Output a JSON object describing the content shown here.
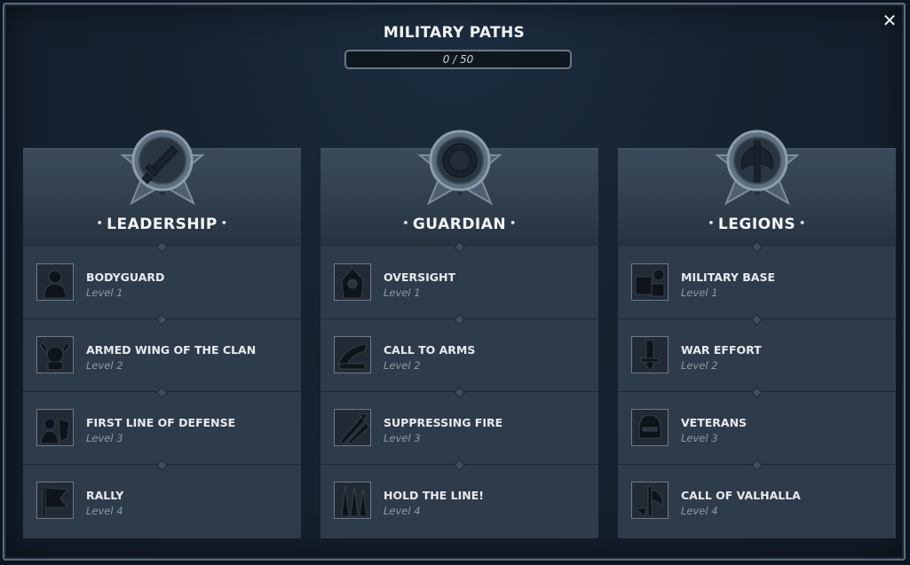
{
  "header": {
    "title": "MILITARY PATHS",
    "close_icon": "close-icon"
  },
  "progress": {
    "text": "0 / 50",
    "current": 0,
    "max": 50,
    "fraction": 0
  },
  "columns": [
    {
      "name": "LEADERSHIP",
      "emblem_icon": "sword-icon",
      "skills": [
        {
          "name": "BODYGUARD",
          "level": "Level 1",
          "icon": "armored-warrior-icon"
        },
        {
          "name": "ARMED WING OF THE CLAN",
          "level": "Level 2",
          "icon": "horned-helmet-icon"
        },
        {
          "name": "FIRST LINE OF DEFENSE",
          "level": "Level 3",
          "icon": "defender-icon"
        },
        {
          "name": "RALLY",
          "level": "Level 4",
          "icon": "war-banner-icon"
        }
      ]
    },
    {
      "name": "GUARDIAN",
      "emblem_icon": "round-shield-icon",
      "skills": [
        {
          "name": "OVERSIGHT",
          "level": "Level 1",
          "icon": "hooded-guard-icon"
        },
        {
          "name": "CALL TO ARMS",
          "level": "Level 2",
          "icon": "war-horn-icon"
        },
        {
          "name": "SUPPRESSING FIRE",
          "level": "Level 3",
          "icon": "arrows-icon"
        },
        {
          "name": "HOLD THE LINE!",
          "level": "Level 4",
          "icon": "spear-wall-icon"
        }
      ]
    },
    {
      "name": "LEGIONS",
      "emblem_icon": "battle-axe-icon",
      "skills": [
        {
          "name": "MILITARY BASE",
          "level": "Level 1",
          "icon": "forge-icon"
        },
        {
          "name": "WAR EFFORT",
          "level": "Level 2",
          "icon": "sword-blade-icon"
        },
        {
          "name": "VETERANS",
          "level": "Level 3",
          "icon": "veteran-helmet-icon"
        },
        {
          "name": "CALL OF VALHALLA",
          "level": "Level 4",
          "icon": "axe-icon"
        }
      ]
    }
  ],
  "colors": {
    "accent": "#3f6fa3",
    "panel": "#2e3b4a",
    "background": "#121d29"
  }
}
